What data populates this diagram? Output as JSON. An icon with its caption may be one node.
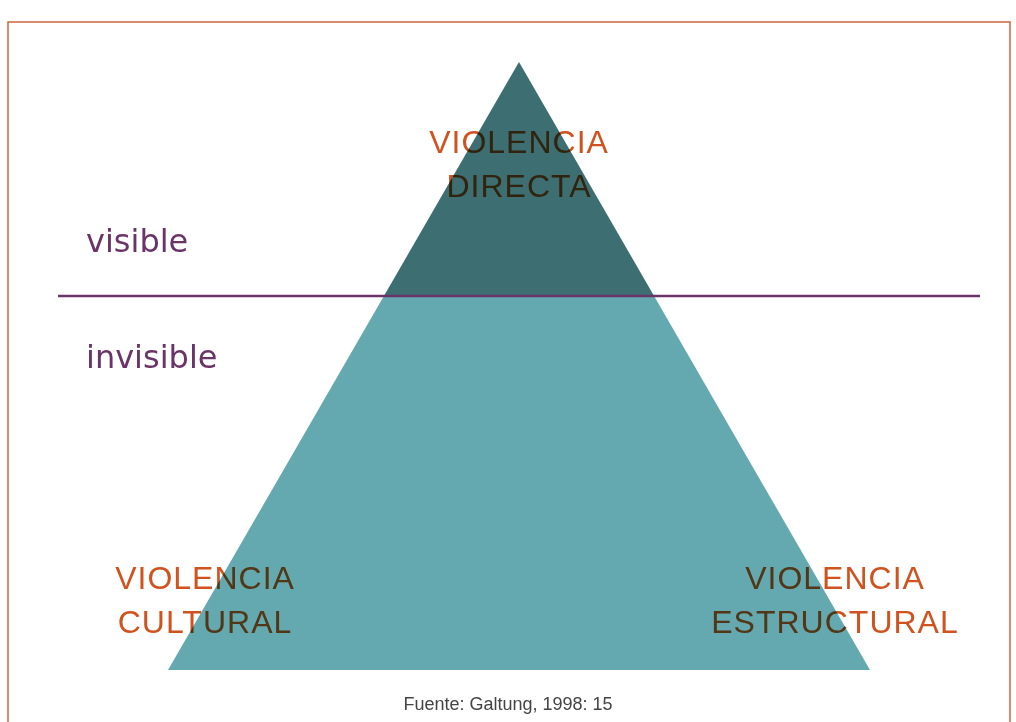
{
  "diagram": {
    "nodes": [
      {
        "text": [
          "VIOLENCIA DIRECTA",
          "VIOLENCIA CULTURAL",
          "VIOLENCIA ESTRUCTURAL"
        ]
      }
    ],
    "edges": [],
    "labels": [
      "visible",
      "invisible",
      "Fuente: Galtung, 1998: 15"
    ]
  }
}
